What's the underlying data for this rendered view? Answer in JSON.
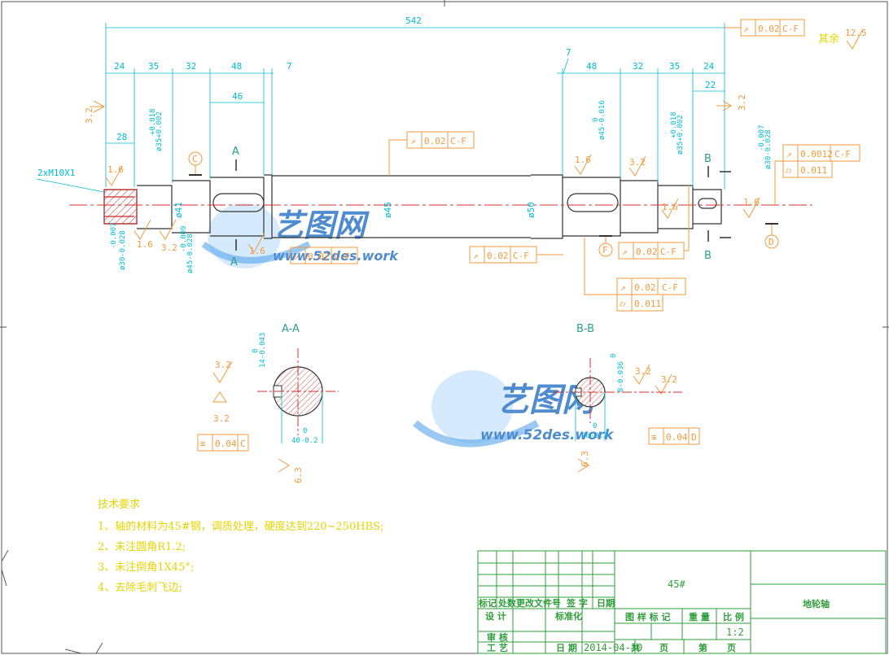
{
  "dimensions": {
    "overall_length": "542",
    "left_segments": [
      "24",
      "35",
      "32",
      "48",
      "7"
    ],
    "right_segments": [
      "7",
      "48",
      "32",
      "35",
      "24"
    ],
    "keyway_left": "46",
    "right_22": "22",
    "left_28": "28",
    "thread": "2xM10X1",
    "dia_30_left": "ø30-0.028",
    "dia_30_left_tol": "-0.007",
    "dia_35_left": "ø35+0.002",
    "dia_35_left_tol": "+0.018",
    "dia_41": "ø41",
    "dia_45_left": "ø45-0.028",
    "dia_45_left_tol": "-0.009",
    "dia_50": "ø50",
    "dia_45_right": "ø45-0.016",
    "dia_45_right_tol": "0",
    "dia_35_right": "ø35+0.002",
    "dia_35_right_tol": "+0.018",
    "dia_30_right": "ø30-0.028",
    "dia_30_right_tol": "-0.007",
    "dia_45_center": "ø45"
  },
  "roughness": {
    "other": "其余",
    "other_value": "12.5",
    "r32": "3.2",
    "r16": "1.6",
    "r63": "6.3"
  },
  "tolerance_frames": {
    "top_right": [
      "↗",
      "0.02",
      "C-F"
    ],
    "mid": [
      "↗",
      "0.02",
      "C-F"
    ],
    "left_bottom": [
      "↗",
      "0.02",
      "C-F"
    ],
    "center_bottom": [
      "↗",
      "0.02",
      "C-F"
    ],
    "right_bottom": [
      "↗",
      "0.02",
      "C-F"
    ],
    "right_bottom_cyl": [
      "⌭",
      "0.011"
    ],
    "right_top": [
      "↗",
      "0.0012",
      "C-F"
    ],
    "right_top_cyl": [
      "⌭",
      "0.011"
    ],
    "sym_a": [
      "≡",
      "0.04",
      "C"
    ],
    "sym_b": [
      "≡",
      "0.04",
      "D"
    ]
  },
  "datums": {
    "c": "C",
    "f": "F",
    "d": "D"
  },
  "sections": {
    "a_label": "A",
    "b_label": "B",
    "a_title": "A-A",
    "b_title": "B-B",
    "a_depth": "14-0.043",
    "a_depth_tol": "0",
    "a_width": "40-0.2",
    "a_width_tol": "0",
    "b_depth": "8-0.036",
    "b_depth_tol": "0",
    "b_width": "26-0.2",
    "b_width_tol": "0"
  },
  "tech_requirements": {
    "title": "技术要求",
    "items": [
      "1、轴的材料为45#钢，调质处理，硬度达到220~250HBS;",
      "2、未注圆角R1.2;",
      "3、未注倒角1X45°;",
      "4、去除毛刺飞边;"
    ]
  },
  "title_block": {
    "material": "45#",
    "part_name": "地轮轴",
    "labels": {
      "mark": "标记",
      "count": "处数",
      "change_doc": "更改文件号",
      "sign": "签 字",
      "date": "日期",
      "design": "设 计",
      "standard": "标准化",
      "drawing_mark": "图 样 标 记",
      "weight": "重 量",
      "scale": "比 例",
      "review": "审 核",
      "process": "工 艺",
      "date2": "日 期",
      "total": "共",
      "page": "页",
      "nth": "第",
      "page2": "页"
    },
    "scale_value": "1:2",
    "date_value": "2014-04-30"
  },
  "watermark": {
    "brand": "艺图网",
    "url": "www.52des.work"
  }
}
